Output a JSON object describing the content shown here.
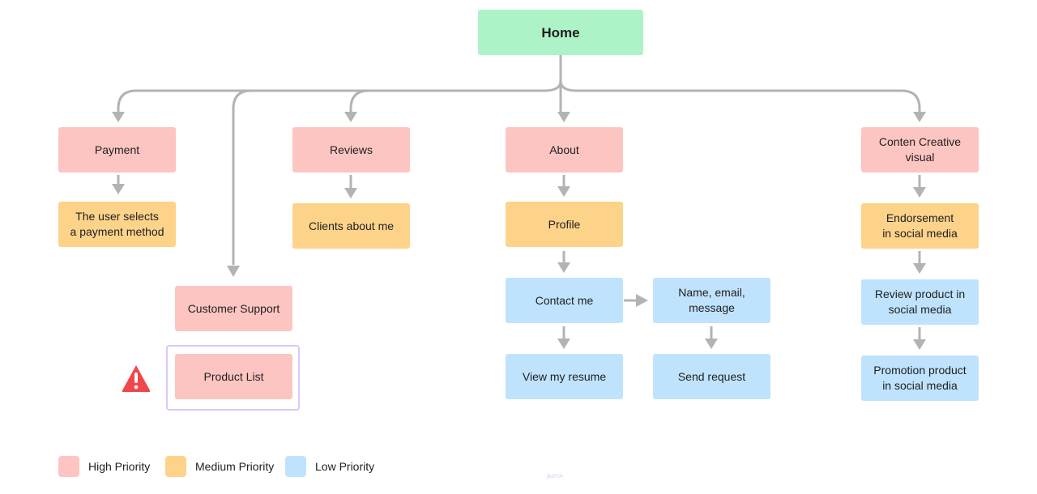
{
  "diagram": {
    "nodes": {
      "home": "Home",
      "payment": "Payment",
      "payment_method": "The user selects\na payment method",
      "customer_support": "Customer Support",
      "product_list": "Product List",
      "reviews": "Reviews",
      "clients": "Clients about me",
      "about": "About",
      "profile": "Profile",
      "contact": "Contact me",
      "name_email": "Name, email,\nmessage",
      "resume": "View my resume",
      "send_request": "Send request",
      "content_creative": "Conten Creative\nvisual",
      "endorsement": "Endorsement\nin social media",
      "review_product": "Review product in\nsocial media",
      "promotion_product": "Promotion product\nin social media"
    },
    "warning_icon": "warning-triangle-icon"
  },
  "legend": {
    "high": "High Priority",
    "medium": "Medium Priority",
    "low": "Low Priority"
  },
  "watermark": "jkaIYA",
  "colors": {
    "home": "#aef3c8",
    "high": "#fdc5c1",
    "medium": "#fdd38a",
    "low": "#bfe3fd",
    "connector": "#b3b3b3",
    "warning": "#f0484a",
    "highlight_border": "#dcc6fb"
  }
}
